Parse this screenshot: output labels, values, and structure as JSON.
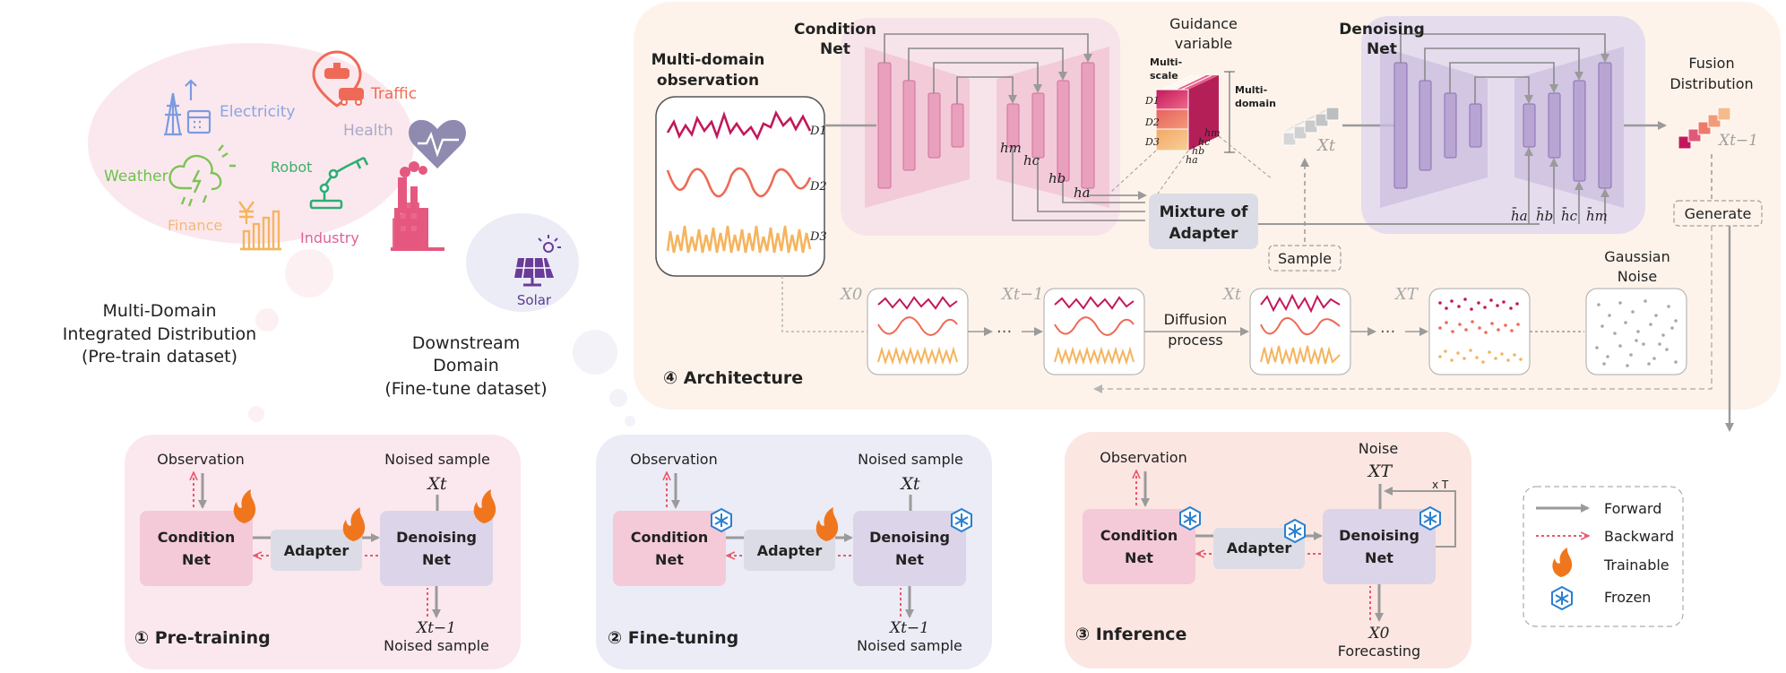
{
  "left": {
    "domains": {
      "electricity": "Electricity",
      "traffic": "Traffic",
      "health": "Health",
      "weather": "Weather",
      "robot": "Robot",
      "finance": "Finance",
      "industry": "Industry",
      "solar": "Solar"
    },
    "pretrain_caption": [
      "Multi-Domain",
      "Integrated Distribution",
      "(Pre-train dataset)"
    ],
    "downstream_caption": [
      "Downstream",
      "Domain",
      "(Fine-tune dataset)"
    ]
  },
  "arch": {
    "title": "④ Architecture",
    "multi_obs": [
      "Multi-domain",
      "observation"
    ],
    "d_labels": [
      "D1",
      "D2",
      "D3"
    ],
    "condition_net": [
      "Condition",
      "Net"
    ],
    "guidance": [
      "Guidance",
      "variable"
    ],
    "multi_scale": [
      "Multi-",
      "scale"
    ],
    "multi_domain": [
      "Multi-",
      "domain"
    ],
    "h_labels": [
      "hm",
      "hc",
      "hb",
      "ha"
    ],
    "h_bar_labels": [
      "h̄a",
      "h̄b",
      "h̄c",
      "h̄m"
    ],
    "xt_label": "Xt",
    "denoising_net": [
      "Denoising",
      "Net"
    ],
    "fusion": [
      "Fusion",
      "Distribution"
    ],
    "xt1_label": "Xt−1",
    "generate": "Generate",
    "moa": [
      "Mixture of",
      "Adapter"
    ],
    "sample": "Sample",
    "diffusion": [
      "Diffusion",
      "process"
    ],
    "gaussian": [
      "Gaussian",
      "Noise"
    ],
    "seq_labels": [
      "X0",
      "Xt−1",
      "Xt",
      "XT"
    ],
    "dots": "···"
  },
  "panels": [
    {
      "title": "① Pre-training",
      "observation": "Observation",
      "noised_top": "Noised sample",
      "xt": "Xt",
      "x_out": "Xt−1",
      "noised_bottom": "Noised sample",
      "condition": [
        "Condition",
        "Net"
      ],
      "adapter": "Adapter",
      "denoising": [
        "Denoising",
        "Net"
      ]
    },
    {
      "title": "② Fine-tuning",
      "observation": "Observation",
      "noised_top": "Noised sample",
      "xt": "Xt",
      "x_out": "Xt−1",
      "noised_bottom": "Noised sample",
      "condition": [
        "Condition",
        "Net"
      ],
      "adapter": "Adapter",
      "denoising": [
        "Denoising",
        "Net"
      ]
    },
    {
      "title": "③ Inference",
      "observation": "Observation",
      "noise": "Noise",
      "xT": "XT",
      "loop": "x T",
      "x_out": "X0",
      "forecasting": "Forecasting",
      "condition": [
        "Condition",
        "Net"
      ],
      "adapter": "Adapter",
      "denoising": [
        "Denoising",
        "Net"
      ]
    }
  ],
  "legend": {
    "forward": "Forward",
    "backward": "Backward",
    "trainable": "Trainable",
    "frozen": "Frozen"
  },
  "icons": [
    "electricity-icon",
    "traffic-icon",
    "health-icon",
    "weather-icon",
    "robot-icon",
    "finance-icon",
    "industry-icon",
    "solar-icon",
    "flame-icon",
    "snowflake-icon"
  ],
  "colors": {
    "arch_bg": "#fdf3ea",
    "condition_pink": "#f4c9d8",
    "denoise_purple": "#d9cfe8",
    "adapter_gray": "#dcdce6",
    "trainable": "#f0761e",
    "frozen": "#2a7fd0",
    "backward": "#e85a6a",
    "forward": "#9a9a9a"
  }
}
